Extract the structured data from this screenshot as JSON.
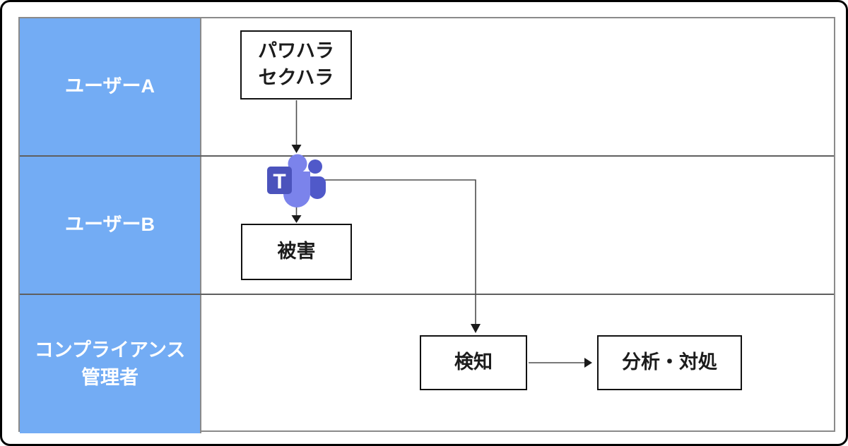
{
  "diagram": {
    "lanes": [
      {
        "id": "user-a",
        "label": "ユーザーA"
      },
      {
        "id": "user-b",
        "label": "ユーザーB"
      },
      {
        "id": "compliance-manager",
        "label": "コンプライアンス\n管理者"
      }
    ],
    "nodes": {
      "harassment": {
        "label": "パワハラ\nセクハラ",
        "lane": "ユーザーA",
        "shape": "rectangle"
      },
      "damage": {
        "label": "被害",
        "lane": "ユーザーB",
        "shape": "rectangle"
      },
      "detection": {
        "label": "検知",
        "lane": "コンプライアンス管理者",
        "shape": "rectangle"
      },
      "analysis": {
        "label": "分析・対処",
        "lane": "コンプライアンス管理者",
        "shape": "rectangle"
      }
    },
    "icons": {
      "teams": {
        "name": "microsoft-teams-icon",
        "letter": "T",
        "lane": "ユーザーB"
      }
    },
    "connections": [
      {
        "from": "harassment",
        "to": "teams-icon"
      },
      {
        "from": "teams-icon",
        "to": "damage"
      },
      {
        "from": "teams-icon",
        "to": "detection"
      },
      {
        "from": "detection",
        "to": "analysis"
      }
    ],
    "colors": {
      "lane_label_bg": "#73acf4",
      "lane_label_text": "#ffffff",
      "lane_border": "#5f5f5f",
      "table_border": "#8a8a8a",
      "node_border": "#111111",
      "node_text": "#1c1c1c",
      "connector": "#4d4d4d",
      "arrowhead": "#1a1a1a",
      "teams_square": "#4b53bc",
      "teams_person_light": "#7b83eb",
      "teams_person_mid": "#5059c9",
      "frame_border": "#000000"
    }
  }
}
